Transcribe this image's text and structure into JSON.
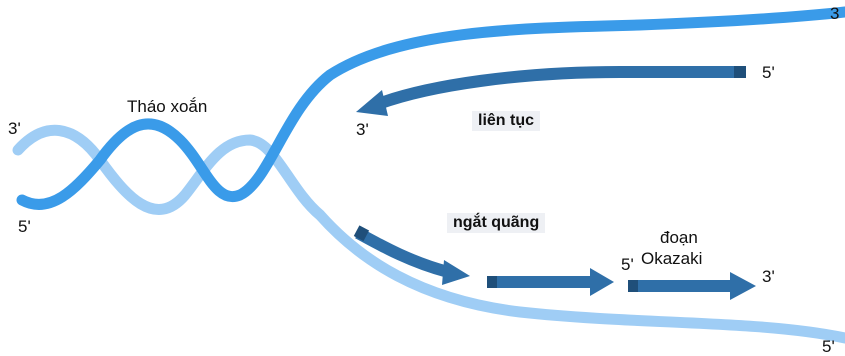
{
  "labels": {
    "unwinding": "Tháo xoắn",
    "continuous": "liên tục",
    "discontinuous": "ngắt quãng",
    "okazaki_line1": "đoạn",
    "okazaki_line2": "Okazaki",
    "left_top_end": "3'",
    "left_bottom_end": "5'",
    "top_right_end": "3",
    "leading_start": "5'",
    "leading_end": "3'",
    "okazaki_start": "5'",
    "lagging_end": "3'",
    "bottom_right_end": "5'"
  },
  "colors": {
    "strand_dark": "#2f8fe6",
    "strand_light": "#a9d3f7",
    "new_strand": "#2f6fa8",
    "new_strand_dark": "#1f4f7a"
  }
}
